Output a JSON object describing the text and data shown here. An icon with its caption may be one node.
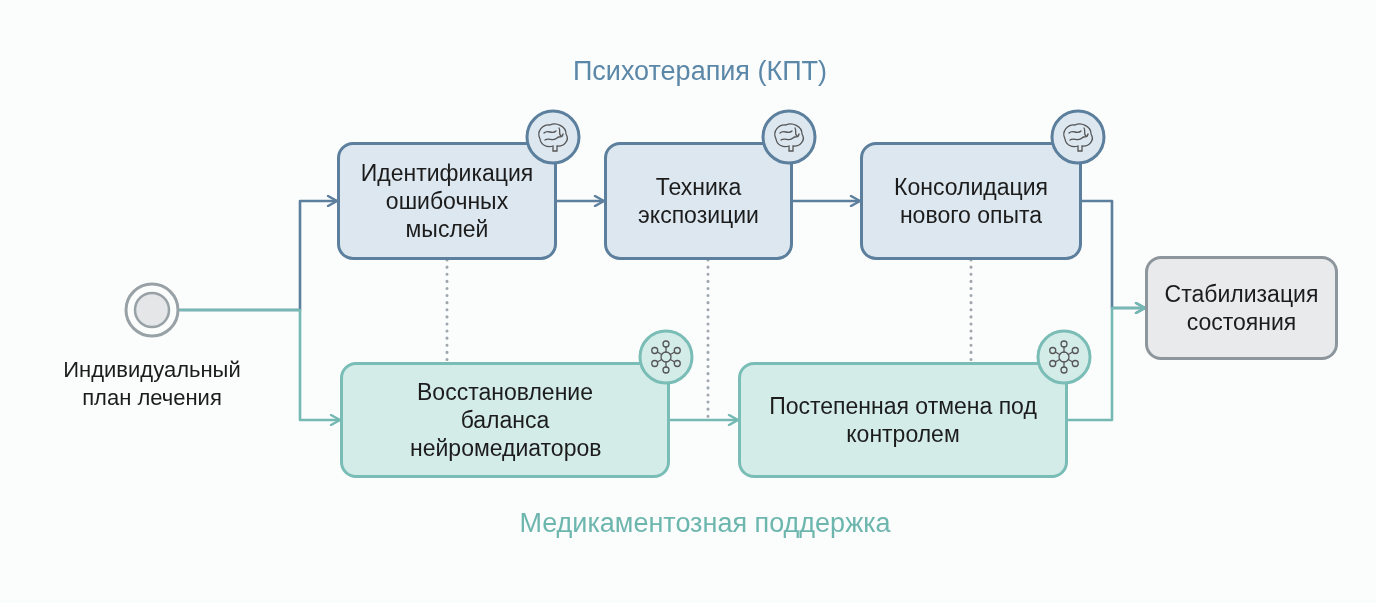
{
  "diagram": {
    "nodes": [
      {
        "text": [],
        "shape": "circle",
        "beside": [
          "Индивидуальный план лечения"
        ]
      },
      {
        "text": [
          "Идентификация ошибочных мыслей"
        ]
      },
      {
        "text": [
          "Техника экспозиции"
        ]
      },
      {
        "text": [
          "Консолидация нового опыта"
        ]
      },
      {
        "text": [
          "Восстановление баланса нейромедиаторов"
        ]
      },
      {
        "text": [
          "Постепенная отмена под контролем"
        ]
      },
      {
        "text": [
          "Стабилизация состояния"
        ]
      }
    ],
    "edges": [
      {
        "from": 0,
        "to": 1,
        "arrow": "to"
      },
      {
        "from": 0,
        "to": 4,
        "arrow": "to",
        "color": "#74b9b2"
      },
      {
        "from": 1,
        "to": 2,
        "arrow": "to"
      },
      {
        "from": 2,
        "to": 3,
        "arrow": "to"
      },
      {
        "from": 4,
        "to": 5,
        "arrow": "to",
        "color": "#74b9b2"
      },
      {
        "from": 3,
        "to": 6,
        "arrow": "to"
      },
      {
        "from": 5,
        "to": 6,
        "arrow": "to",
        "color": "#74b9b2"
      },
      {
        "from": 1,
        "to": 4,
        "arrow": "none",
        "style": "dashed",
        "color": "#9ea7ad"
      },
      {
        "from": 2,
        "to": null,
        "arrow": "none",
        "style": "dashed",
        "color": "#9ea7ad"
      },
      {
        "from": 3,
        "to": 5,
        "arrow": "none",
        "style": "dashed",
        "color": "#9ea7ad"
      }
    ],
    "labels": [
      "Психотерапия (КПТ)",
      "Медикаментозная поддержка"
    ]
  }
}
